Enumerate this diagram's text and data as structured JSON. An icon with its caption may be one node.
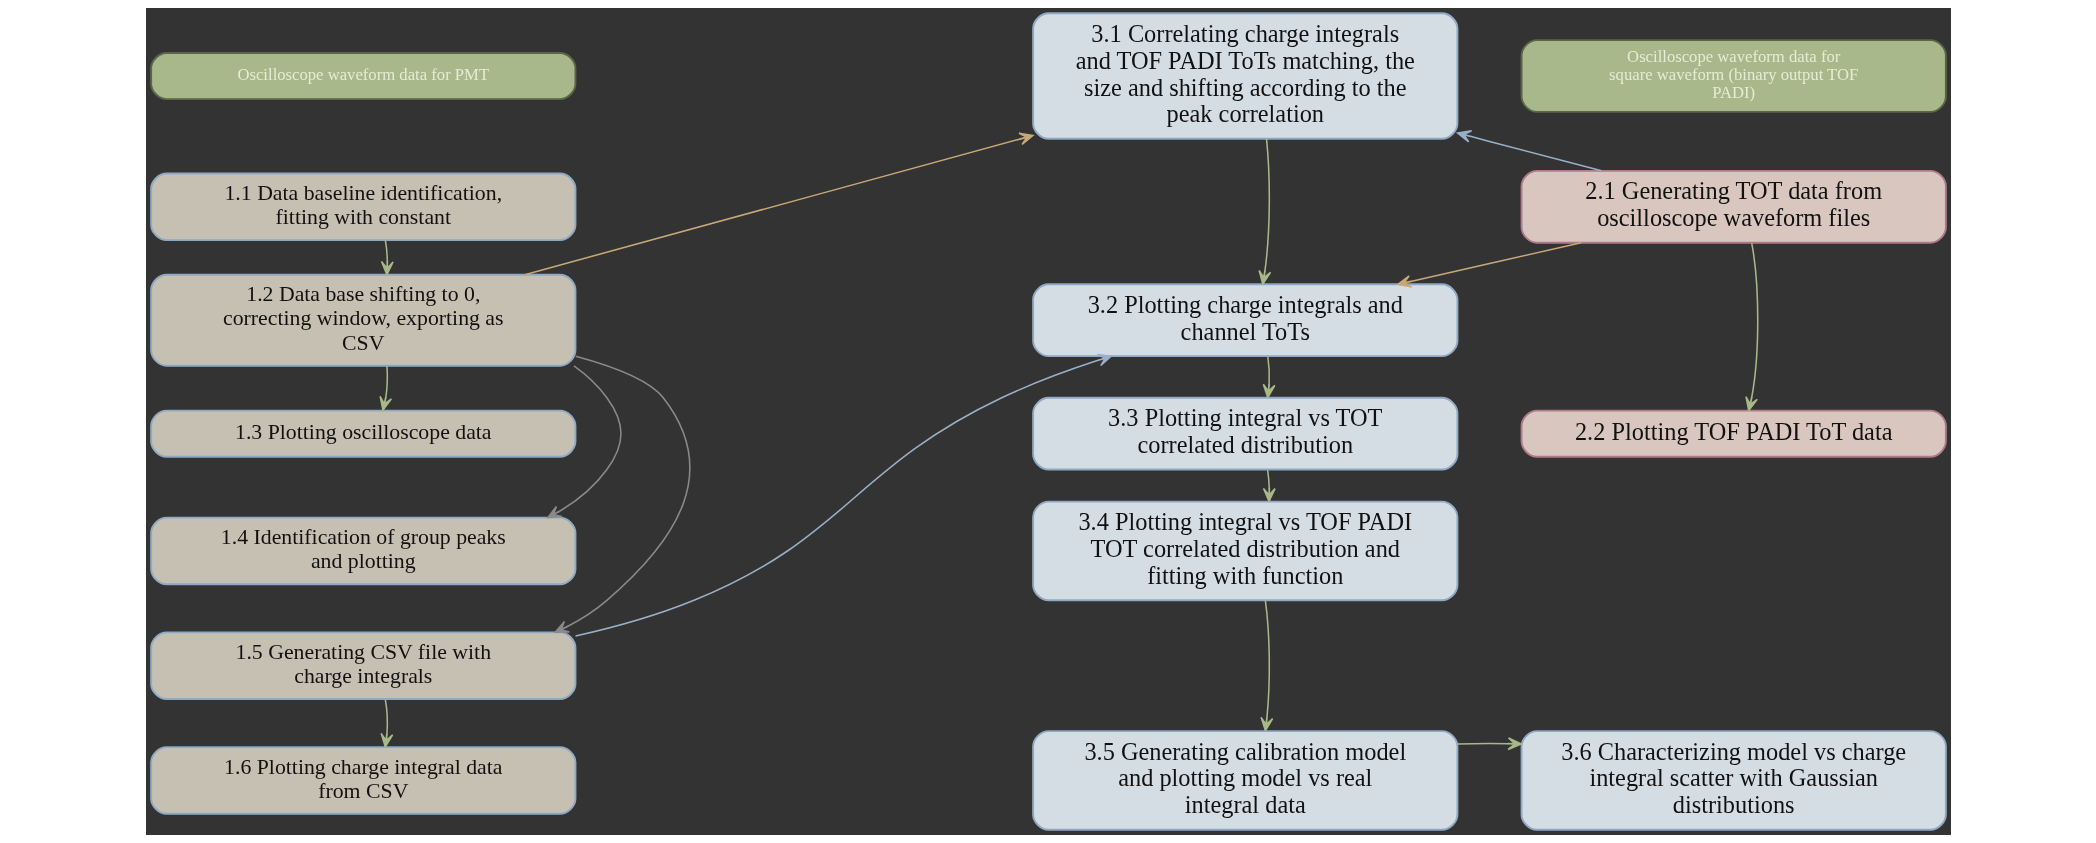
{
  "diagram": {
    "nodes": [
      {
        "text": [
          "Oscilloscope waveform data for PMT"
        ]
      },
      {
        "text": [
          "1.1 Data baseline identification, fitting with constant"
        ]
      },
      {
        "text": [
          "1.2 Data base shifting to 0, correcting window, exporting as CSV"
        ]
      },
      {
        "text": [
          "1.3 Plotting oscilloscope data"
        ]
      },
      {
        "text": [
          "1.4 Identification of group peaks and plotting"
        ]
      },
      {
        "text": [
          "1.5 Generating CSV file with charge integrals"
        ]
      },
      {
        "text": [
          "1.6 Plotting charge integral data from CSV"
        ]
      },
      {
        "text": [
          "3.1 Correlating charge integrals and TOF PADI ToTs matching, the size and shifting according to the peak correlation"
        ]
      },
      {
        "text": [
          "3.2 Plotting charge integrals and channel ToTs"
        ]
      },
      {
        "text": [
          "3.3 Plotting integral vs TOT correlated distribution"
        ]
      },
      {
        "text": [
          "3.4 Plotting integral vs TOF PADI TOT correlated distribution and fitting with function"
        ]
      },
      {
        "text": [
          "3.5 Generating calibration model and plotting model vs real integral data"
        ]
      },
      {
        "text": [
          "Oscilloscope waveform data for square waveform (binary output TOF PADI)"
        ]
      },
      {
        "text": [
          "2.1 Generating TOT data from oscilloscope waveform files"
        ]
      },
      {
        "text": [
          "2.2 Plotting TOF PADI ToT data"
        ]
      },
      {
        "text": [
          "3.6 Characterizing model vs charge integral scatter with Gaussian distributions"
        ]
      }
    ],
    "edges": [
      {
        "from": 1,
        "to": 2,
        "arrow": "to"
      },
      {
        "from": 2,
        "to": 3,
        "arrow": "to"
      },
      {
        "from": 2,
        "to": 4,
        "arrow": "to",
        "color": "#8a8a8a"
      },
      {
        "from": 2,
        "to": 5,
        "arrow": "to",
        "color": "#8a8a8a"
      },
      {
        "from": 5,
        "to": 6,
        "arrow": "to"
      },
      {
        "from": 2,
        "to": 7,
        "arrow": "to",
        "color": "#c8a878"
      },
      {
        "from": 5,
        "to": 8,
        "arrow": "to",
        "color": "#9ab0c8"
      },
      {
        "from": 13,
        "to": 7,
        "arrow": "to",
        "color": "#9ab0c8"
      },
      {
        "from": 13,
        "to": 8,
        "arrow": "to",
        "color": "#c8a878"
      },
      {
        "from": 7,
        "to": 8,
        "arrow": "to"
      },
      {
        "from": 8,
        "to": 9,
        "arrow": "to"
      },
      {
        "from": 9,
        "to": 10,
        "arrow": "to"
      },
      {
        "from": 10,
        "to": 11,
        "arrow": "to"
      },
      {
        "from": 11,
        "to": 15,
        "arrow": "to"
      },
      {
        "from": 13,
        "to": 14,
        "arrow": "to"
      }
    ]
  }
}
